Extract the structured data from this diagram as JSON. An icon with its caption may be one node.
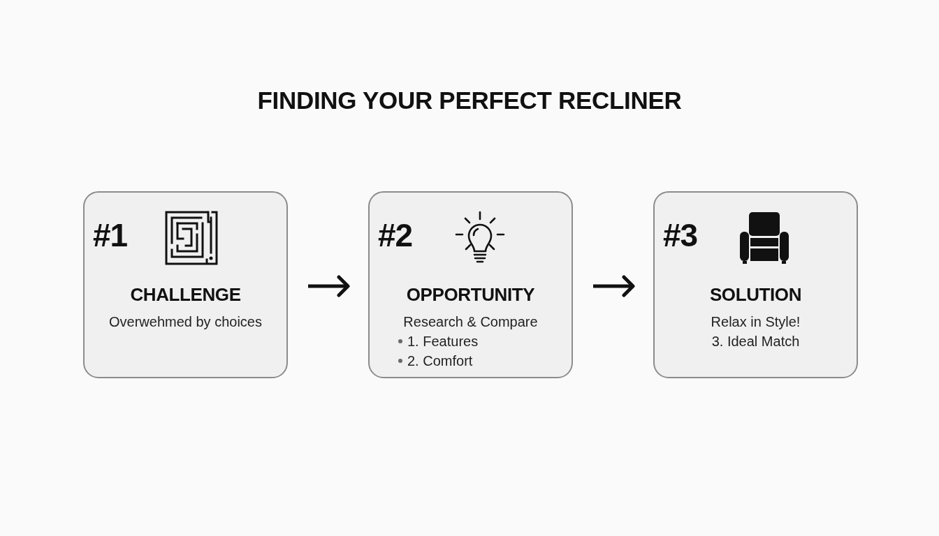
{
  "diagram": {
    "title": "FINDING YOUR PERFECT RECLINER",
    "nodes": [
      {
        "text": [
          "#1",
          "CHALLENGE",
          "Overwehmed by choices"
        ]
      },
      {
        "text": [
          "#2",
          "OPPORTUNITY",
          "Research & Compare",
          "1. Features",
          "2. Comfort"
        ]
      },
      {
        "text": [
          "#3",
          "SOLUTION",
          "Relax in Style!",
          "3. Ideal Match"
        ]
      }
    ],
    "edges": [
      {
        "from": 0,
        "to": 1,
        "arrow": "to"
      },
      {
        "from": 1,
        "to": 2,
        "arrow": "to"
      }
    ]
  }
}
